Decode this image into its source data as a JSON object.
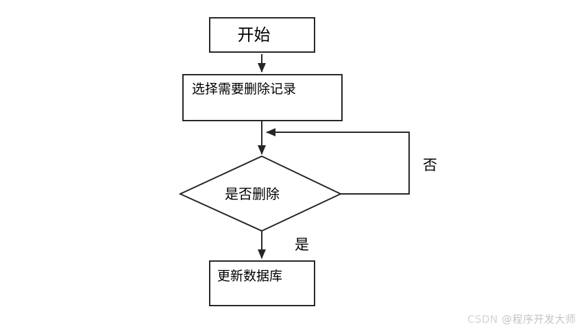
{
  "flowchart": {
    "nodes": {
      "start": {
        "label": "开始",
        "type": "process"
      },
      "select": {
        "label": "选择需要删除记录",
        "type": "process"
      },
      "decision": {
        "label": "是否删除",
        "type": "decision"
      },
      "update": {
        "label": "更新数据库",
        "type": "process"
      }
    },
    "edges": {
      "no_label": "否",
      "yes_label": "是"
    },
    "colors": {
      "line": "#262626",
      "node_fill": "#ffffff",
      "text": "#000000"
    }
  },
  "watermark": {
    "site": "CSDN",
    "handle": "@程序开发大师",
    "color": "#c4c4c4"
  }
}
